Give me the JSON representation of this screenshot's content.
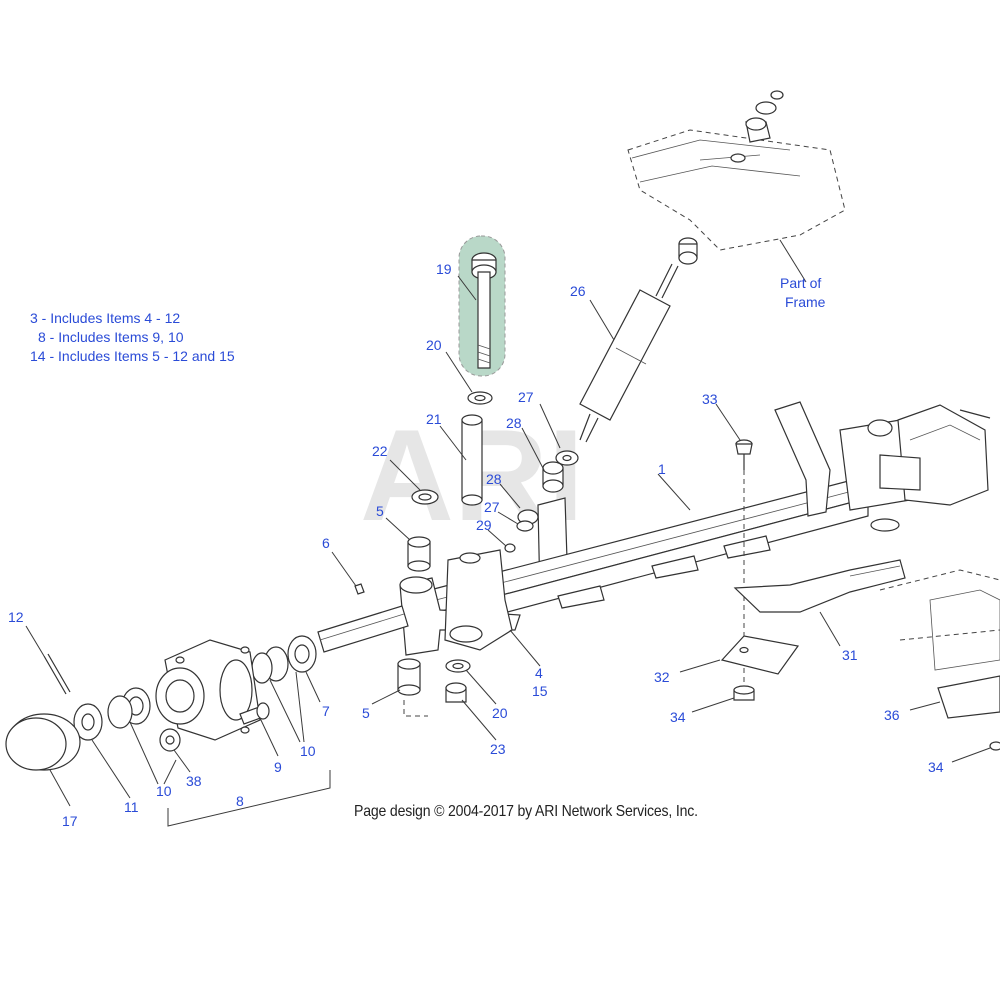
{
  "notes": [
    "3 - Includes Items 4 - 12",
    "8 - Includes Items 9, 10",
    "14 - Includes Items 5 - 12 and 15"
  ],
  "frame_label": [
    "Part of",
    "Frame"
  ],
  "copyright": "Page design © 2004-2017 by ARI Network Services, Inc.",
  "watermark": "ARI",
  "highlight_color": "#7fb89a",
  "callout_color": "#2a4bd7",
  "callouts": {
    "c1": "1",
    "c4": "4",
    "c15": "15",
    "c5a": "5",
    "c5b": "5",
    "c6": "6",
    "c7": "7",
    "c8": "8",
    "c9": "9",
    "c10a": "10",
    "c10b": "10",
    "c11": "11",
    "c12": "12",
    "c17": "17",
    "c19": "19",
    "c20a": "20",
    "c20b": "20",
    "c21": "21",
    "c22": "22",
    "c23": "23",
    "c26": "26",
    "c27a": "27",
    "c27b": "27",
    "c28a": "28",
    "c28b": "28",
    "c29": "29",
    "c31": "31",
    "c32": "32",
    "c33": "33",
    "c34a": "34",
    "c34b": "34",
    "c36": "36",
    "c38": "38"
  }
}
